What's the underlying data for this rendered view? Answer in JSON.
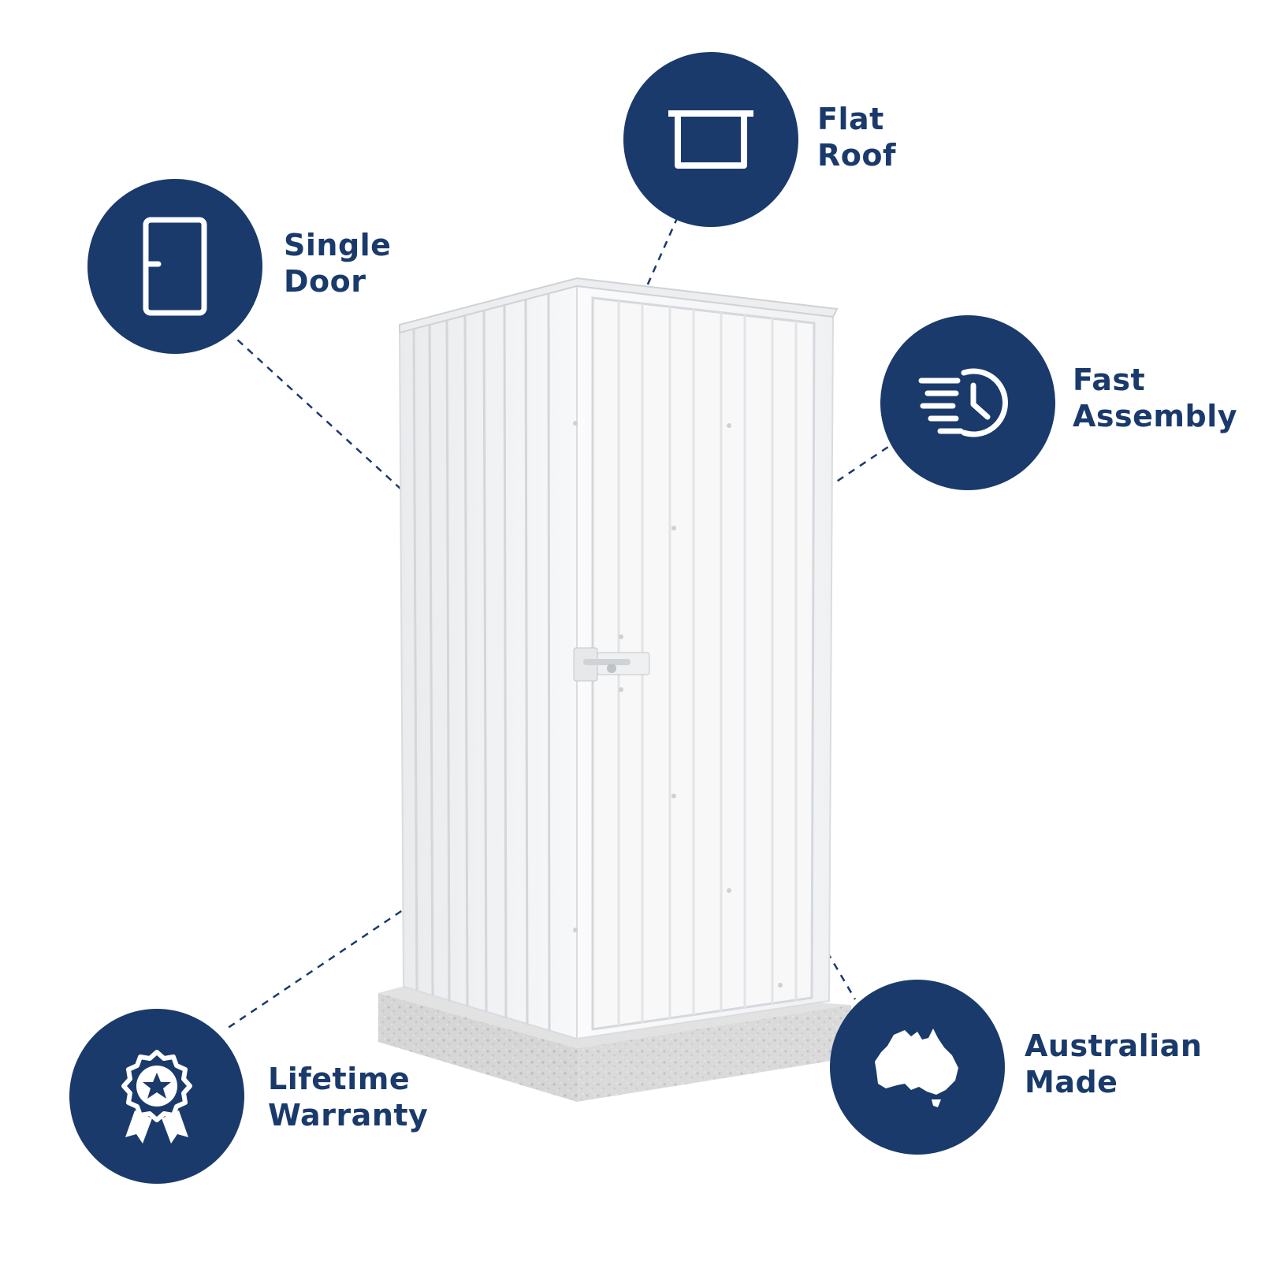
{
  "colors": {
    "brand_navy": "#1a3a6b",
    "icon_white": "#ffffff",
    "shed_white": "#f4f5f6",
    "slab_grey": "#d7d7d7"
  },
  "product_image": {
    "subject": "single-door flat-roof garden shed on concrete slab"
  },
  "features": [
    {
      "id": "flat-roof",
      "icon": "flat-roof-icon",
      "line1": "Flat",
      "line2": "Roof"
    },
    {
      "id": "single-door",
      "icon": "door-icon",
      "line1": "Single",
      "line2": "Door"
    },
    {
      "id": "fast-assembly",
      "icon": "fast-clock-icon",
      "line1": "Fast",
      "line2": "Assembly"
    },
    {
      "id": "lifetime-warranty",
      "icon": "award-ribbon-icon",
      "line1": "Lifetime",
      "line2": "Warranty"
    },
    {
      "id": "australian-made",
      "icon": "australia-map-icon",
      "line1": "Australian",
      "line2": "Made"
    }
  ]
}
